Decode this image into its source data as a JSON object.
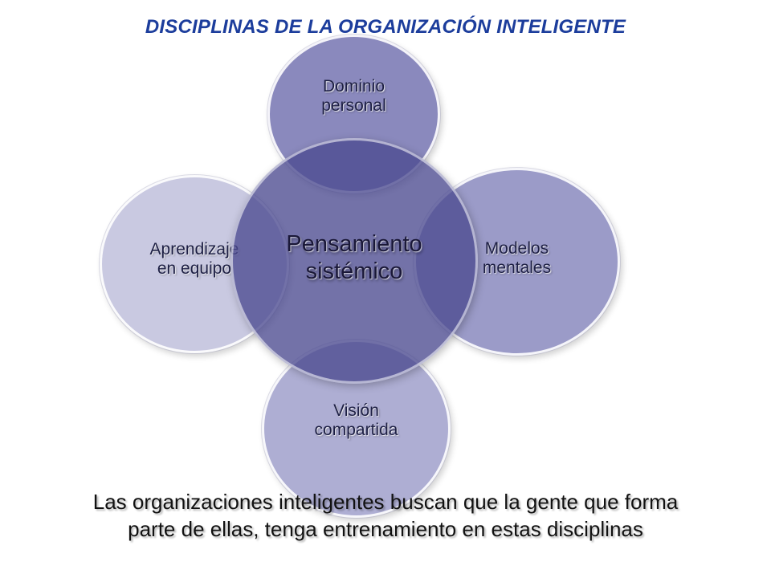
{
  "title": "DISCIPLINAS DE LA ORGANIZACIÓN INTELIGENTE",
  "diagram": {
    "center": {
      "line1": "Pensamiento",
      "line2": "sistémico"
    },
    "top": {
      "line1": "Dominio",
      "line2": "personal"
    },
    "right": {
      "line1": "Modelos",
      "line2": "mentales"
    },
    "bottom": {
      "line1": "Visión",
      "line2": "compartida"
    },
    "left": {
      "line1": "Aprendizaje",
      "line2": "en equipo"
    }
  },
  "caption": {
    "line1": "Las organizaciones inteligentes buscan que la gente que forma",
    "line2": "parte de ellas, tenga entrenamiento en estas disciplinas"
  },
  "colors": {
    "title": "#1c3d9c",
    "center": "#4b4a8f",
    "top": "#8a89bd",
    "right": "#9b9bc8",
    "bottom": "#aeaed3",
    "left": "#c9c9e1"
  }
}
